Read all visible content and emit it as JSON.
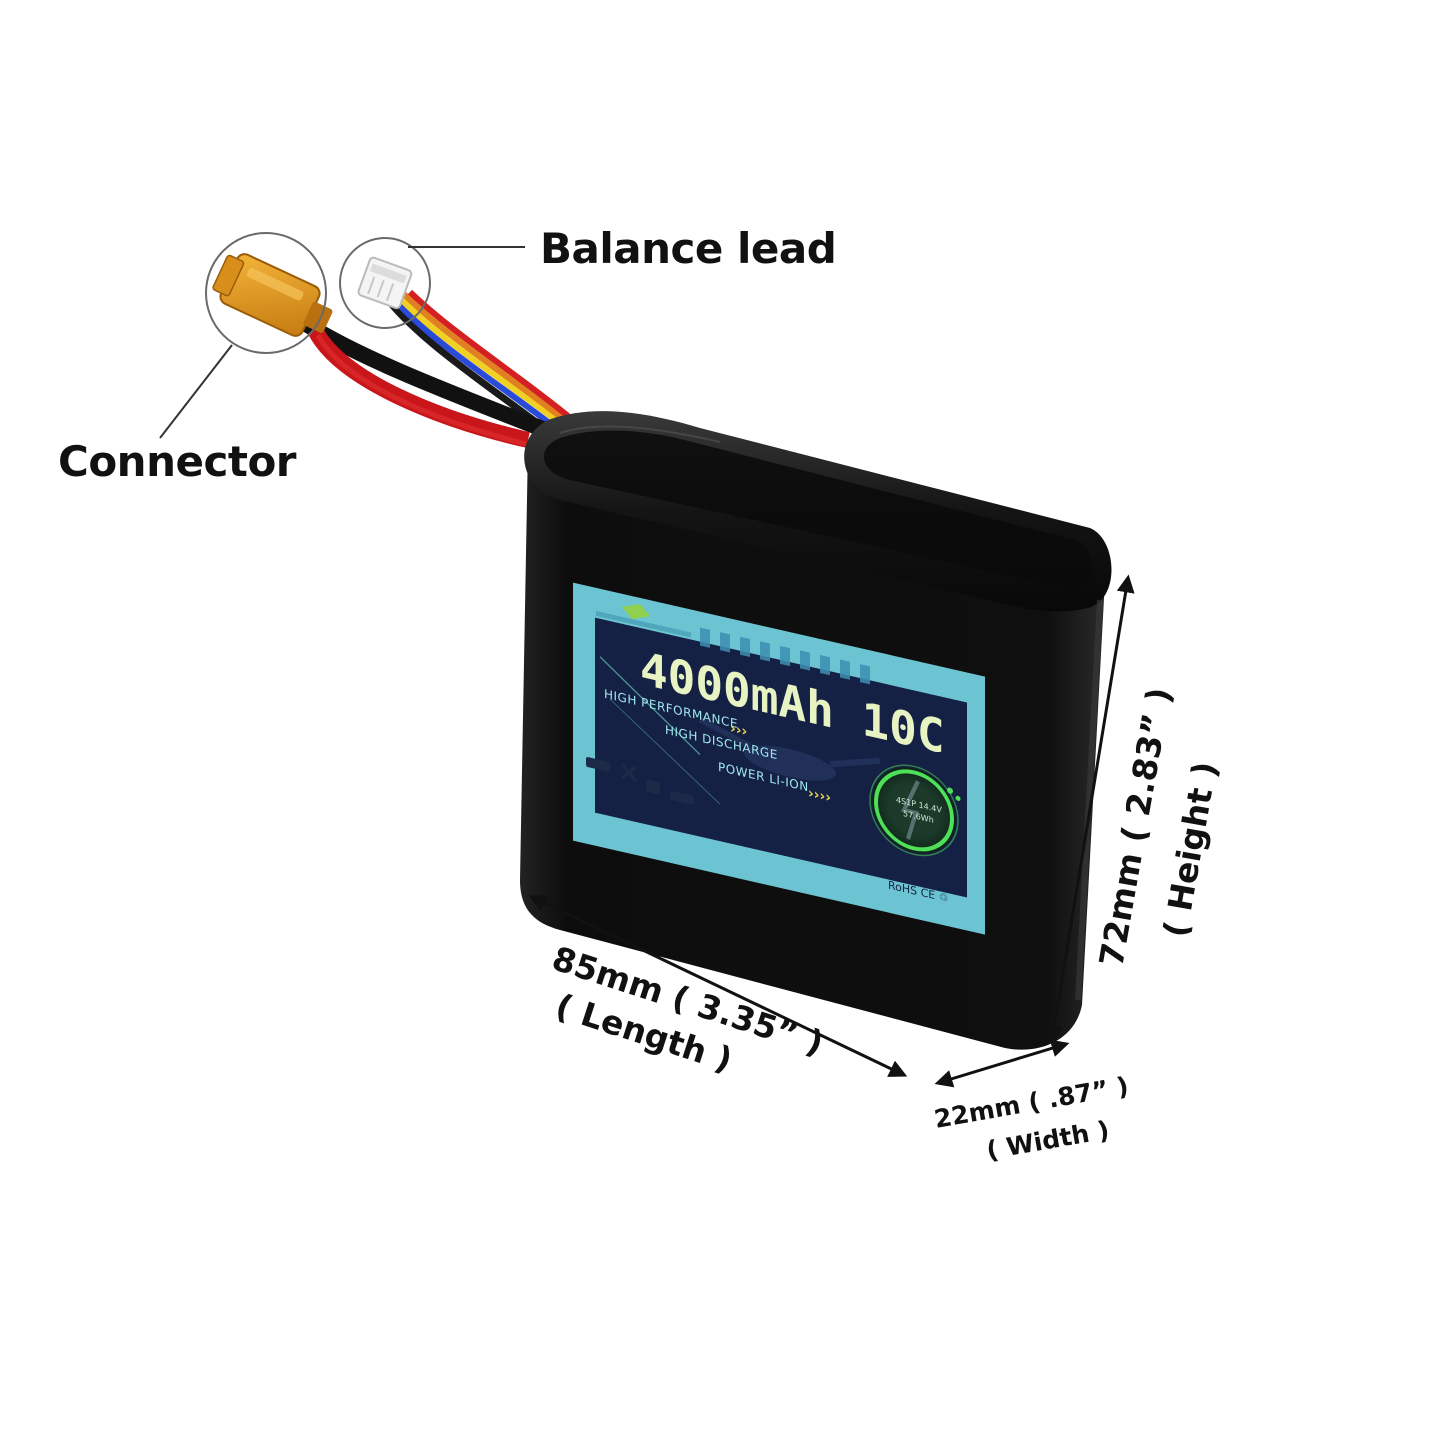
{
  "callouts": {
    "balance_lead": "Balance lead",
    "connector": "Connector"
  },
  "dimensions": {
    "length": {
      "value": "85mm ( 3.35” )",
      "caption": "( Length )"
    },
    "height": {
      "value": "72mm ( 2.83” )",
      "caption": "( Height )"
    },
    "width": {
      "value": "22mm ( .87” )",
      "caption": "( Width )"
    }
  },
  "label": {
    "capacity": "4000mAh 10C",
    "line1": "HIGH PERFORMANCE",
    "line2": "HIGH DISCHARGE",
    "line3": "POWER LI-ION",
    "spec1": "4S1P 14.4V",
    "spec2": "57.6Wh",
    "certs": "RoHS CE ♲"
  },
  "colors": {
    "battery_body": "#111111",
    "label_frame": "#6cc4d2",
    "label_panel": "#152045",
    "connector": "#e69a1c",
    "wire_red": "#d61a1a",
    "accent_green": "#4fe05a"
  }
}
